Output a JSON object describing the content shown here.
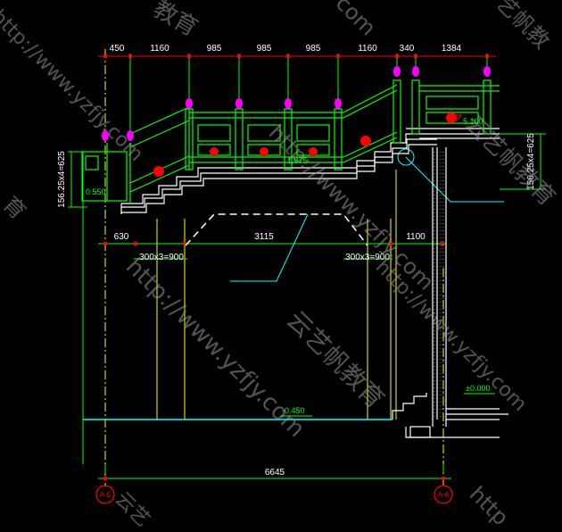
{
  "dimensions": {
    "top": [
      "450",
      "1160",
      "985",
      "985",
      "985",
      "1160",
      "340",
      "1384"
    ],
    "left_vertical": "156.25x4=625",
    "right_vertical": "156.25x4=625",
    "mid": [
      "630",
      "3115",
      "1100"
    ],
    "steps_left": "300x3=900",
    "steps_right": "300x3=900",
    "overall": "6645"
  },
  "levels": {
    "upper_deck": "5.100",
    "mid_landing": "1.875",
    "left_landing": "0.550",
    "ground_right": "±0.000",
    "ground_left": "-0.450"
  },
  "axes": {
    "left": "A-5",
    "right": "A-6"
  },
  "watermarks": {
    "url": "http://www.yzfjy.com",
    "brand": "云艺帆教育",
    "fragment_1": "教育",
    "fragment_2": "艺帆教",
    "fragment_3": "云艺",
    "fragment_4": "com",
    "fragment_5": "http",
    "fragment_6": "育"
  },
  "colors": {
    "background": "#000000",
    "railing": "#00ff00",
    "stair": "#ffffff",
    "ground": "#00ffff",
    "axis": "#ffff00",
    "marker": "#ff0000",
    "finial": "#ff00ff",
    "leader": "#00ffff"
  }
}
